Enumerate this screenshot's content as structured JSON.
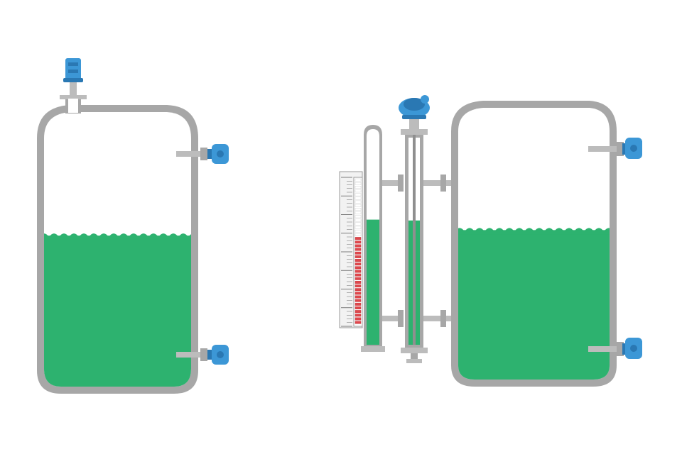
{
  "colors": {
    "background": "#ffffff",
    "vessel_wall": "#a7a7a7",
    "liquid": "#2db26f",
    "sensor": "#3c97d6",
    "sensor_dark": "#2a78b3",
    "indicator": "#e0474c",
    "pipe": "#bcbcbc",
    "scale_bg": "#f2f2f2"
  },
  "left_tank": {
    "liquid_level_fraction": 0.55,
    "top_transmitter": "radar-transmitter-icon",
    "side_switches": [
      "level-switch-icon",
      "level-switch-icon"
    ]
  },
  "right_tank": {
    "liquid_level_fraction": 0.55,
    "side_switches": [
      "level-switch-icon",
      "level-switch-icon"
    ]
  },
  "magnetic_gauge": {
    "indicator_fraction": 0.6
  },
  "guided_wave_chamber": {
    "liquid_level_fraction": 0.6,
    "head": "transmitter-head-icon"
  }
}
